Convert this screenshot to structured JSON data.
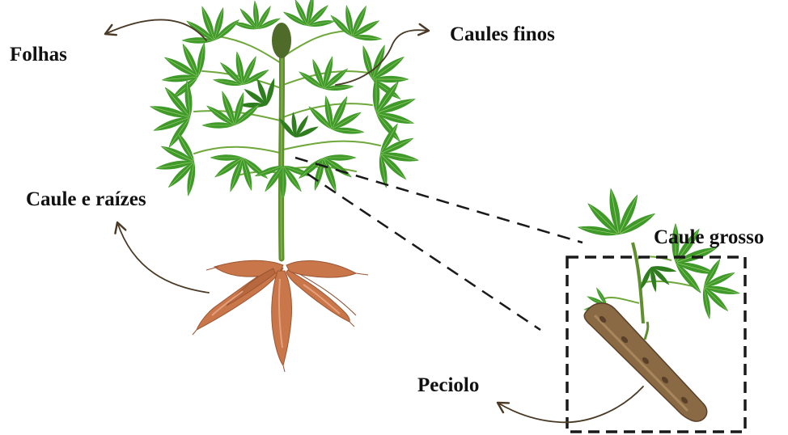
{
  "labels": {
    "leaves": "Folhas",
    "thin_stems": "Caules finos",
    "stem_and_roots": "Caule e raízes",
    "thick_stem": "Caule grosso",
    "petiole": "Peciolo"
  },
  "colors": {
    "leaf": "#3f9a2a",
    "leaf_dark": "#2f7d1f",
    "leaf_vein": "#9ccf6e",
    "stem": "#5f8f2e",
    "root": "#c9764a",
    "root_dark": "#9b5532",
    "cutting": "#8a6a45",
    "cutting_dark": "#5a4028",
    "arrow": "#4a3a26",
    "dashed": "#1a1a1a"
  },
  "icons": [
    "cassava-plant-illustration",
    "cassava-roots-illustration",
    "stem-cutting-illustration"
  ]
}
